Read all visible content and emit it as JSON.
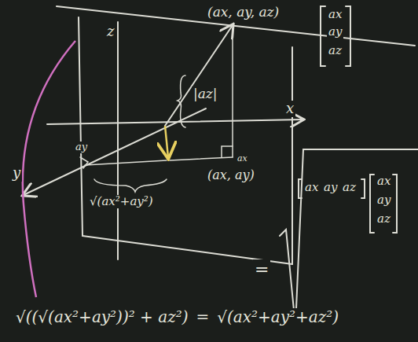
{
  "diagram": {
    "labels": [
      "(ax, ay, az)",
      "ax",
      "ay",
      "az",
      "z",
      "x",
      "y",
      "|az|",
      "ax",
      "ay",
      "(ax, ay)",
      "√(ax²+ay²)",
      "ax",
      "ay",
      "az",
      "ax",
      "ay",
      "az",
      "=",
      "√((√(ax²+ay²))² + az²)",
      "=",
      "√(ax²+ay²+az²)"
    ]
  }
}
